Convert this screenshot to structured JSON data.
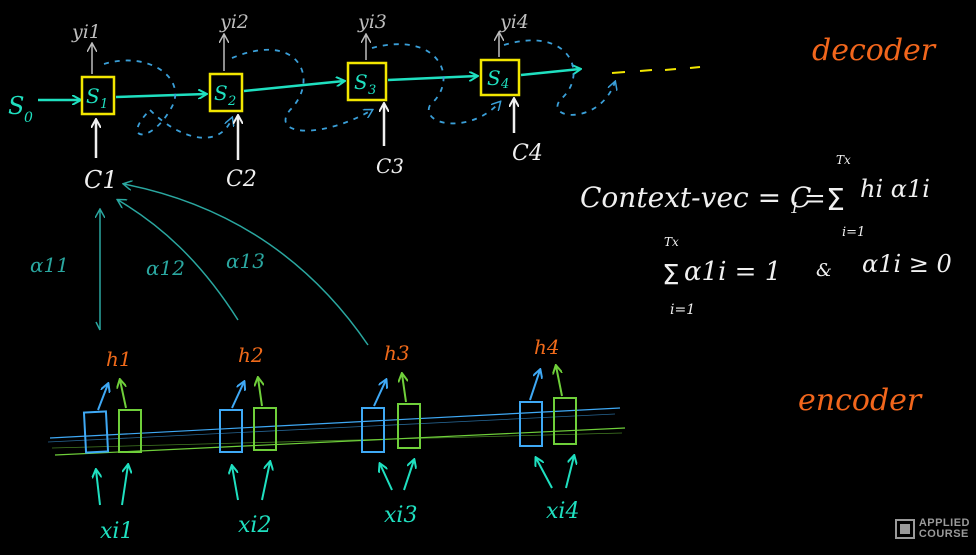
{
  "labels": {
    "decoder": "decoder",
    "encoder": "encoder",
    "s0": "S",
    "s0_sub": "0",
    "s1": "S",
    "s1_sub": "1",
    "s2": "S",
    "s2_sub": "2",
    "s3": "S",
    "s3_sub": "3",
    "s4": "S",
    "s4_sub": "4",
    "y1": "yi1",
    "y2": "yi2",
    "y3": "yi3",
    "y4": "yi4",
    "c1": "C1",
    "c2": "C2",
    "c3": "C3",
    "c4": "C4",
    "h1": "h1",
    "h2": "h2",
    "h3": "h3",
    "h4": "h4",
    "x1": "xi1",
    "x2": "xi2",
    "x3": "xi3",
    "x4": "xi4",
    "alpha11": "α11",
    "alpha12": "α12",
    "alpha13": "α13"
  },
  "equations": {
    "context_lhs": "Context-vec = C",
    "context_sub": "1",
    "context_eq": "=",
    "context_sum": "Σ",
    "context_top": "Tx",
    "context_bottom": "i=1",
    "context_rhs": "hi α1i",
    "sum_sum": "Σ",
    "sum_top": "Tx",
    "sum_bottom": "i=1",
    "sum_expr": "α1i = 1",
    "amp": "&",
    "nonneg": "α1i ≥ 0"
  },
  "logo": {
    "line1": "APPLIED",
    "line2": "COURSE"
  },
  "colors": {
    "background": "#000000",
    "decoder_box": "#f2e600",
    "arrow_cyan": "#1fe0c0",
    "dashed_blue": "#3a9fd8",
    "chalk_white": "#f0f0f0",
    "attention_teal": "#2aa7a0",
    "encoder_blue": "#3fa9f5",
    "encoder_green": "#6fcf3a",
    "hidden_orange": "#f06a1a",
    "title_orange": "#f2661c"
  }
}
